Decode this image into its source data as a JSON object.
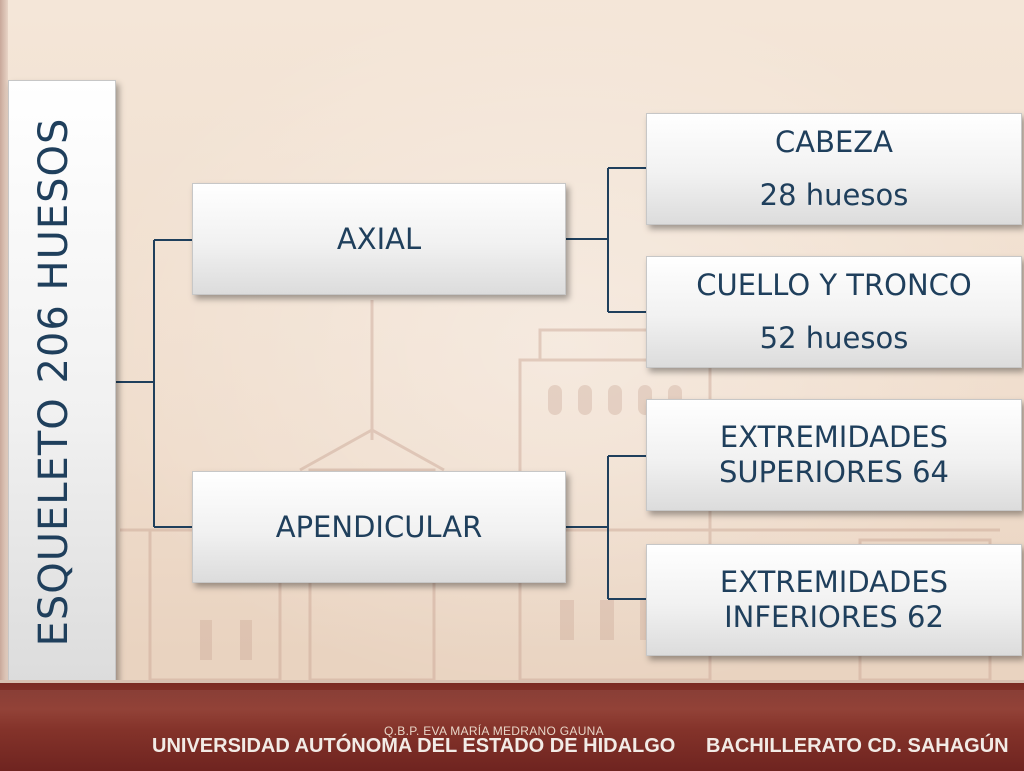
{
  "root": {
    "label": "ESQUELETO 206 HUESOS"
  },
  "branches": [
    {
      "label": "AXIAL",
      "children": [
        {
          "line1": "CABEZA",
          "line2": "28 huesos"
        },
        {
          "line1": "CUELLO Y TRONCO",
          "line2": "52 huesos"
        }
      ]
    },
    {
      "label": "APENDICULAR",
      "children": [
        {
          "line1": "EXTREMIDADES",
          "line2": "SUPERIORES 64"
        },
        {
          "line1": "EXTREMIDADES",
          "line2": "INFERIORES 62"
        }
      ]
    }
  ],
  "footer": {
    "credit": "Q.B.P. EVA MARÍA MEDRANO GAUNA",
    "university": "UNIVERSIDAD AUTÓNOMA DEL ESTADO DE HIDALGO",
    "school": "BACHILLERATO CD. SAHAGÚN"
  },
  "colors": {
    "text": "#1f3f5c",
    "connector": "#1f3f5c",
    "footer": "#7a2a22",
    "background": "#f3e3d4"
  }
}
